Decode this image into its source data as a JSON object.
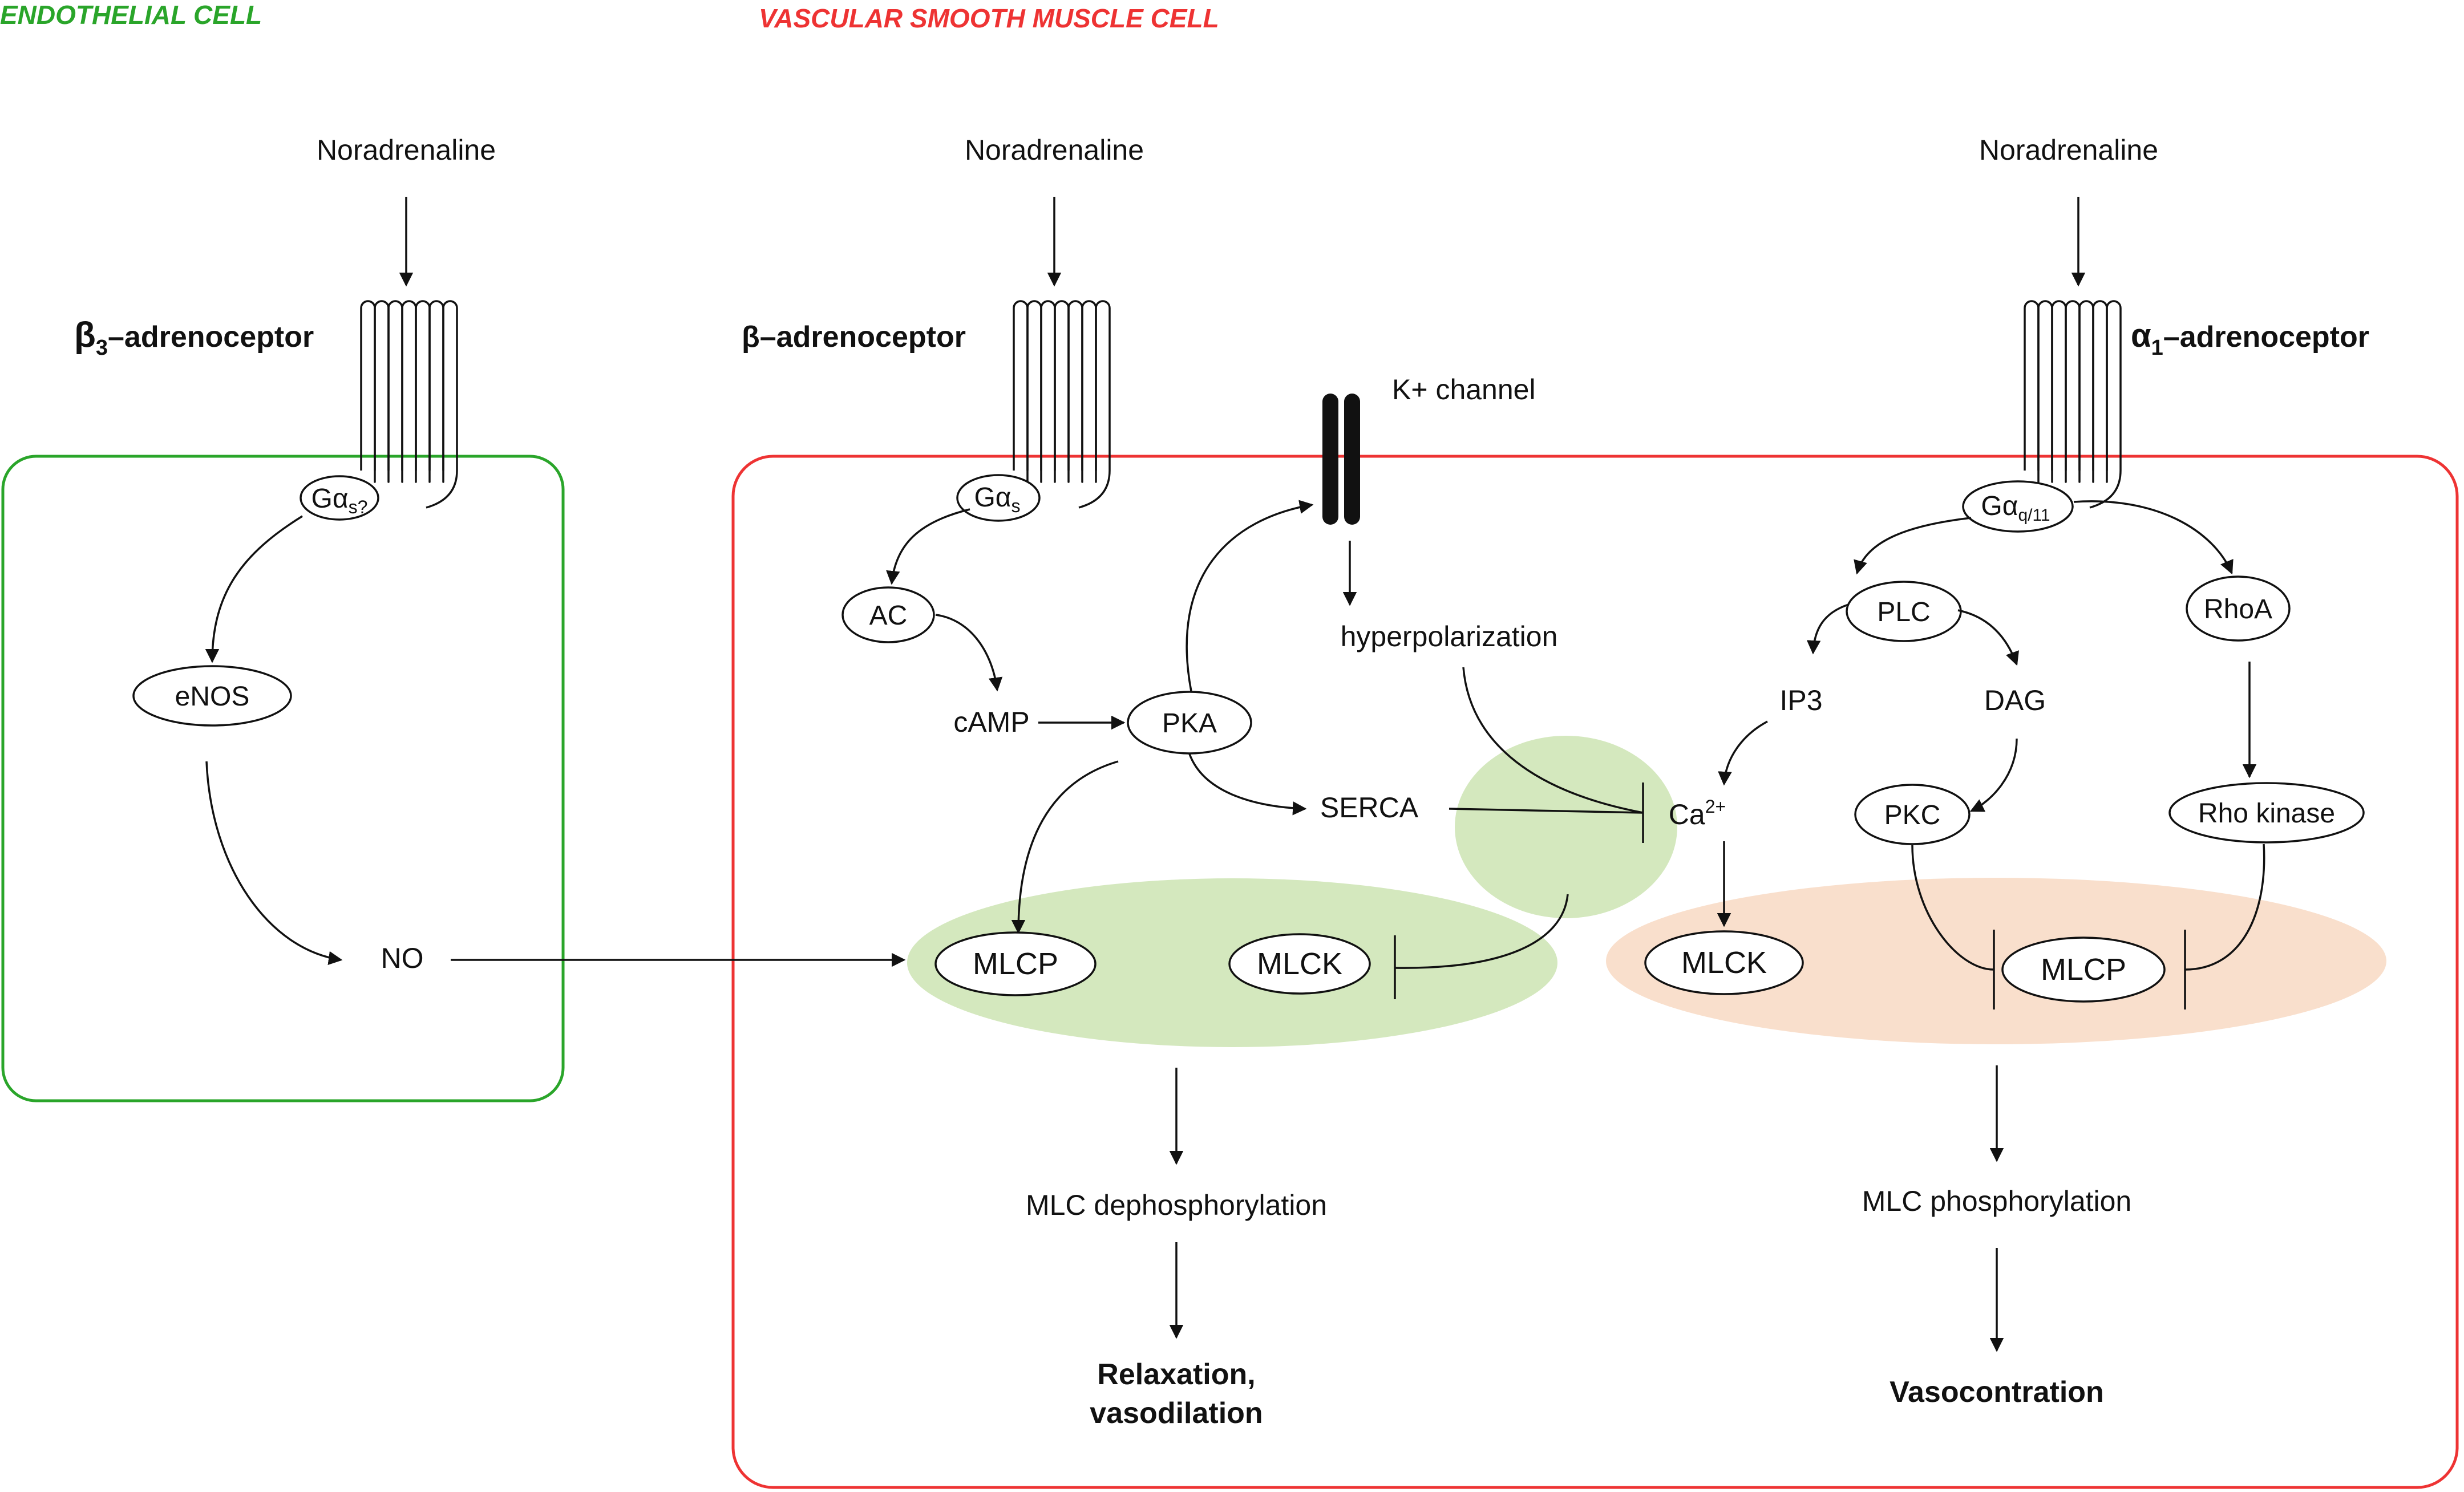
{
  "cells": {
    "endothelial_title": "ENDOTHELIAL CELL",
    "endothelial_color": "#2aa52a",
    "vsmc_title": "VASCULAR SMOOTH MUSCLE CELL",
    "vsmc_color": "#ee3333"
  },
  "colors": {
    "relax_zone": "#d4e8be",
    "contract_zone": "#f9dfcc",
    "ink": "#111111"
  },
  "ligand": "Noradrenaline",
  "receptors": {
    "beta3": {
      "base": "β",
      "sub": "3",
      "rest": "–adrenoceptor"
    },
    "beta": {
      "text": "β–adrenoceptor"
    },
    "alpha1": {
      "base": "α",
      "sub": "1",
      "rest": "–adrenoceptor"
    }
  },
  "g_proteins": {
    "gas_q": {
      "base": "Gα",
      "sub": "s?"
    },
    "gas": {
      "base": "Gα",
      "sub": "s"
    },
    "gaq": {
      "base": "Gα",
      "sub": "q/11"
    }
  },
  "k_channel": "K+ channel",
  "nodes": {
    "enos": "eNOS",
    "no": "NO",
    "ac": "AC",
    "camp": "cAMP",
    "pka": "PKA",
    "serca": "SERCA",
    "hyperpolarization": "hyperpolarization",
    "ca": {
      "base": "Ca",
      "sup": "2+"
    },
    "mlcp_relax": "MLCP",
    "mlck_relax": "MLCK",
    "plc": "PLC",
    "ip3": "IP3",
    "dag": "DAG",
    "pkc": "PKC",
    "rhoa": "RhoA",
    "rho_kinase": "Rho kinase",
    "mlck_contract": "MLCK",
    "mlcp_contract": "MLCP"
  },
  "outcomes": {
    "dephos": "MLC dephosphorylation",
    "relax_line1": "Relaxation,",
    "relax_line2": "vasodilation",
    "phos": "MLC phosphorylation",
    "vasocon": "Vasocontration"
  }
}
